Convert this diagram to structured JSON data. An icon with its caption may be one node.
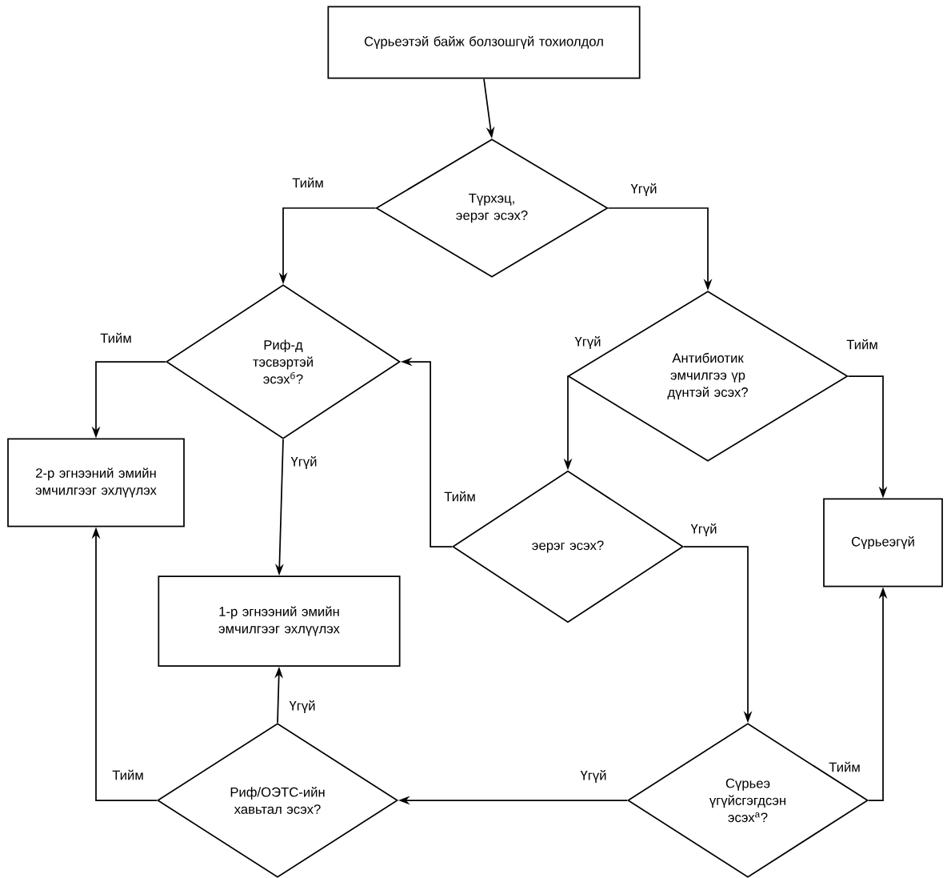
{
  "diagram": {
    "nodes": [
      {
        "text": [
          "Сүрьеэтэй байж болзошгүй тохиолдол"
        ]
      },
      {
        "text": [
          "Түрхэц, эерэг эсэх?"
        ]
      },
      {
        "text": [
          "Риф-д тэсвэртэй эсэх$^{б}$?"
        ]
      },
      {
        "text": [
          "2-р эгнээний эмийн эмчилгээг эхлүүлэх"
        ]
      },
      {
        "text": [
          "Антибиотик эмчилгээ үр дүнтэй эсэх?"
        ]
      },
      {
        "text": [
          "эерэг эсэх?"
        ]
      },
      {
        "text": [
          "Сүрьеэгүй"
        ]
      },
      {
        "text": [
          "1-р эгнээний эмийн эмчилгээг эхлүүлэх"
        ]
      },
      {
        "text": [
          "Риф/ОЭТС-ийн хавьтал эсэх?"
        ]
      },
      {
        "text": [
          "Сүрьеэ үгүйсгэгдсэн эсэх$^{а}$?"
        ]
      }
    ],
    "edges": [
      {
        "from": 0,
        "to": 1,
        "arrow": "to"
      },
      {
        "from": 1,
        "to": 2,
        "arrow": "to",
        "label": "Тийм"
      },
      {
        "from": 1,
        "to": 4,
        "arrow": "to",
        "label": "Үгүй"
      },
      {
        "from": 2,
        "to": 3,
        "arrow": "to",
        "label": "Тийм"
      },
      {
        "from": 2,
        "to": 7,
        "arrow": "to",
        "label": "Үгүй"
      },
      {
        "from": 4,
        "to": 5,
        "arrow": "to",
        "label": "Үгүй"
      },
      {
        "from": 4,
        "to": 6,
        "arrow": "to",
        "label": "Тийм"
      },
      {
        "from": 5,
        "to": 2,
        "arrow": "to",
        "label": "Тийм"
      },
      {
        "from": 5,
        "to": 9,
        "arrow": "to",
        "label": "Үгүй"
      },
      {
        "from": 9,
        "to": 6,
        "arrow": "to",
        "label": "Тийм"
      },
      {
        "from": 9,
        "to": 8,
        "arrow": "to",
        "label": "Үгүй"
      },
      {
        "from": 8,
        "to": 3,
        "arrow": "to",
        "label": "Тийм"
      },
      {
        "from": 8,
        "to": 7,
        "arrow": "to",
        "label": "Үгүй"
      }
    ]
  }
}
